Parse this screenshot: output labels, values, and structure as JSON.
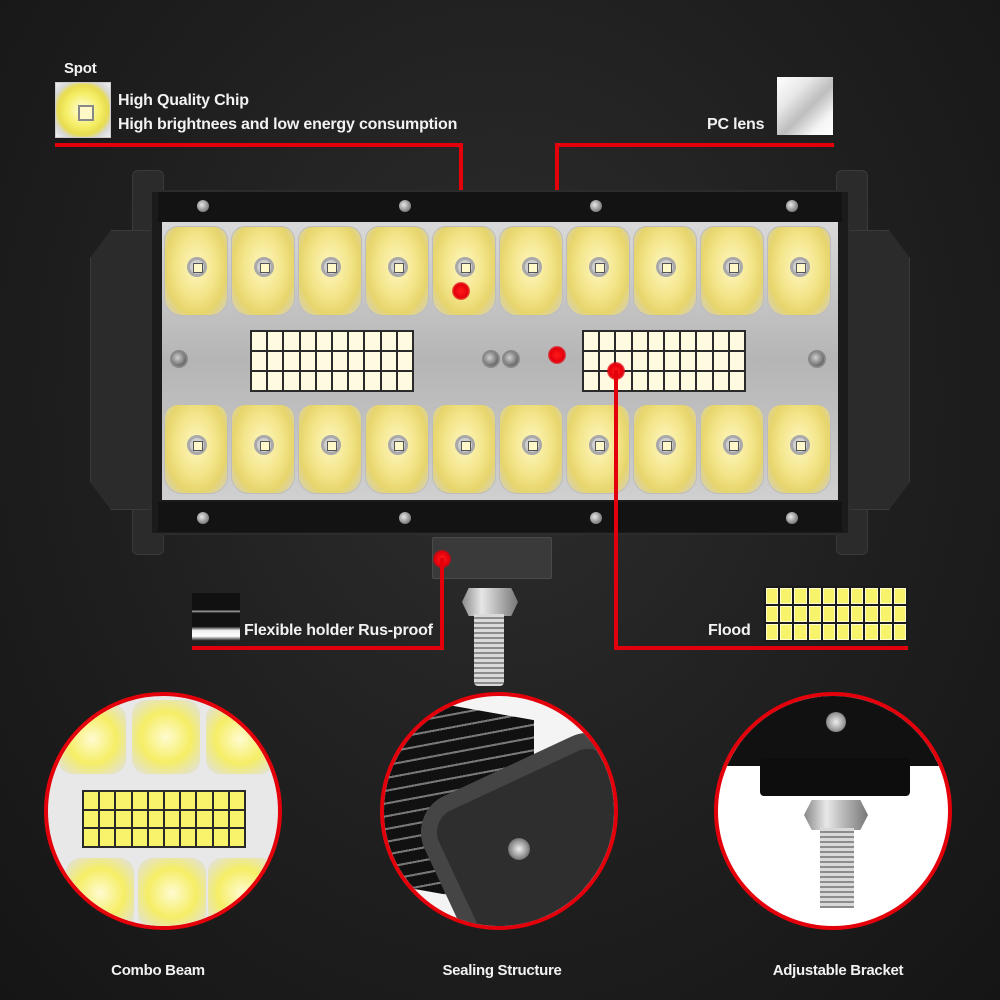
{
  "theme": {
    "background": "#1f1f1f",
    "accent_red": "#e3000b",
    "text": "#f2f2f2",
    "led_yellow": "#f3e58a"
  },
  "callouts": {
    "spot": {
      "title": "Spot",
      "line1": "High Quality Chip",
      "line2": "High brightnees and low energy consumption",
      "icon": "spot-led-chip-icon"
    },
    "pc_lens": {
      "label": "PC lens",
      "icon": "pc-lens-icon"
    },
    "holder": {
      "label": "Flexible holder Rus-proof",
      "icon": "holder-bracket-icon"
    },
    "flood": {
      "label": "Flood",
      "icon": "flood-led-array-icon"
    }
  },
  "product": {
    "name": "LED light bar",
    "spot_leds_per_row": 10,
    "spot_rows": 2,
    "flood_grid": {
      "rows": 3,
      "cols": 10,
      "blocks": 2
    }
  },
  "details": [
    {
      "caption": "Combo Beam"
    },
    {
      "caption": "Sealing Structure"
    },
    {
      "caption": "Adjustable Bracket"
    }
  ]
}
